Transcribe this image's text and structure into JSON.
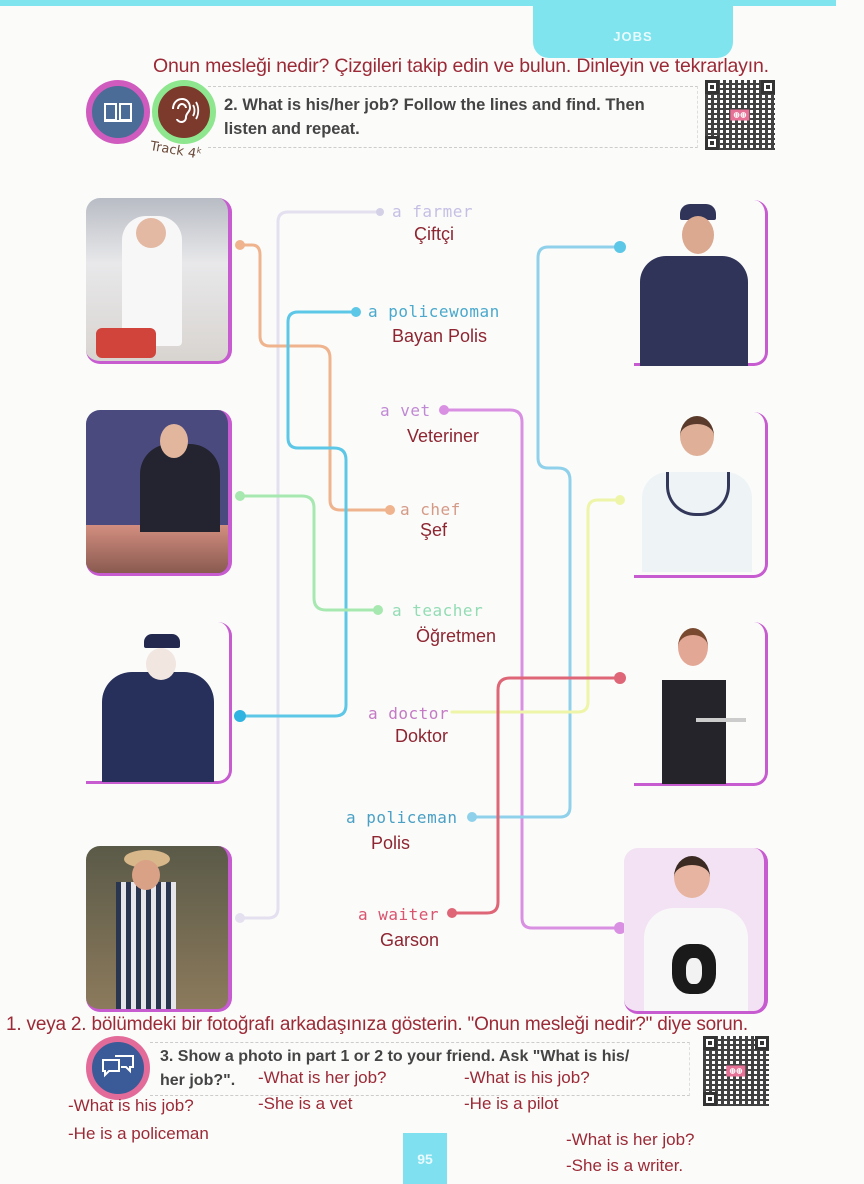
{
  "header": {
    "unit_tab": "JOBS",
    "title_tr": "Onun mesleği nedir? Çizgileri takip edin ve bulun. Dinleyin ve tekrarlayın.",
    "track_label": "Track 4",
    "track_suffix": "4",
    "instruction_line1": "2. What is his/her job? Follow the lines and find. Then",
    "instruction_line2": "listen and repeat.",
    "icons": [
      "book-icon",
      "ear-listening-icon",
      "qr-code-icon"
    ]
  },
  "matching": {
    "words": [
      {
        "en": "a farmer",
        "tr": "Çiftçi",
        "color": "#c9c3e8"
      },
      {
        "en": "a policewoman",
        "tr": "Bayan Polis",
        "color": "#4aa9cc"
      },
      {
        "en": "a vet",
        "tr": "Veteriner",
        "color": "#c089d3"
      },
      {
        "en": "a chef",
        "tr": "Şef",
        "color": "#d49a86"
      },
      {
        "en": "a teacher",
        "tr": "Öğretmen",
        "color": "#93dcb4"
      },
      {
        "en": "a doctor",
        "tr": "Doktor",
        "color": "#c47ac4"
      },
      {
        "en": "a policeman",
        "tr": "Polis",
        "color": "#4aa0c4"
      },
      {
        "en": "a waiter",
        "tr": "Garson",
        "color": "#d9546e"
      }
    ],
    "left_photos": [
      "chef-photo",
      "teacher-photo",
      "policewoman-photo",
      "farmer-photo"
    ],
    "right_photos": [
      "policeman-photo",
      "doctor-photo",
      "waiter-photo",
      "vet-photo"
    ],
    "line_colors": {
      "chef": "#efb48e",
      "teacher": "#a6e8b0",
      "policewoman": "#5cc7e6",
      "farmer": "#e4e0f0",
      "policeman": "#8fd1ea",
      "doctor": "#eef5a8",
      "waiter": "#de6676",
      "vet": "#d98fe2"
    }
  },
  "speaking": {
    "title_tr": "1. veya 2. bölümdeki bir fotoğrafı arkadaşınıza gösterin. \"Onun mesleği nedir?\" diye sorun.",
    "instruction_line1": "3. Show a photo in part 1 or 2 to your friend. Ask \"What is his/",
    "instruction_line2": "her job?\".",
    "dialogs": [
      {
        "q": "-What is his job?",
        "a": "-He is a policeman"
      },
      {
        "q": "-What is her job?",
        "a": "-She is a vet"
      },
      {
        "q": "-What is his job?",
        "a": "-He is a pilot"
      },
      {
        "q": "-What is her job?",
        "a": "-She is a writer."
      }
    ]
  },
  "footer": {
    "page_number": "95"
  }
}
